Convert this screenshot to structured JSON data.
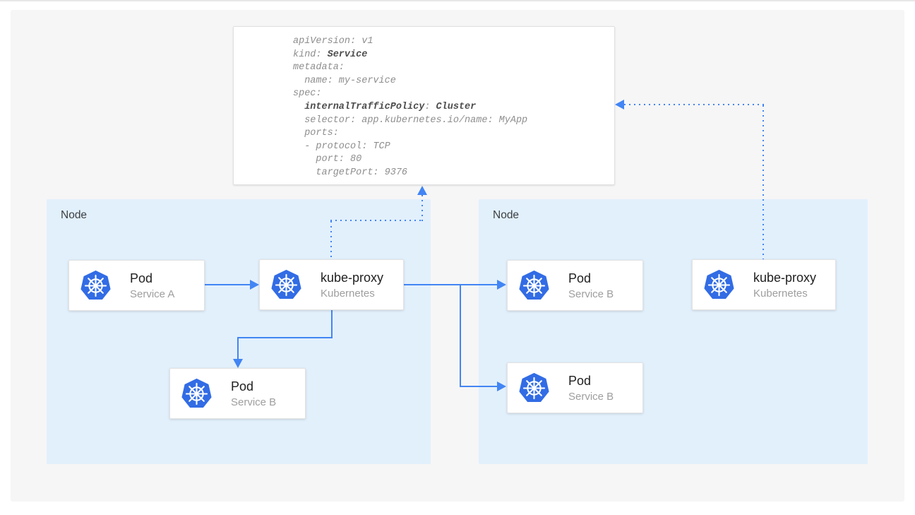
{
  "figure": {
    "yaml": {
      "lines": [
        {
          "segments": [
            {
              "text": "apiVersion: v1",
              "bold": false
            }
          ]
        },
        {
          "segments": [
            {
              "text": "kind: ",
              "bold": false
            },
            {
              "text": "Service",
              "bold": true
            }
          ]
        },
        {
          "segments": [
            {
              "text": "metadata:",
              "bold": false
            }
          ]
        },
        {
          "segments": [
            {
              "text": "  name: my-service",
              "bold": false
            }
          ]
        },
        {
          "segments": [
            {
              "text": "spec:",
              "bold": false
            }
          ]
        },
        {
          "segments": [
            {
              "text": "  ",
              "bold": false
            },
            {
              "text": "internalTrafficPolicy",
              "bold": true
            },
            {
              "text": ": ",
              "bold": false
            },
            {
              "text": "Cluster",
              "bold": true
            }
          ]
        },
        {
          "segments": [
            {
              "text": "  selector: app.kubernetes.io/name: MyApp",
              "bold": false
            }
          ]
        },
        {
          "segments": [
            {
              "text": "  ports:",
              "bold": false
            }
          ]
        },
        {
          "segments": [
            {
              "text": "  - protocol: TCP",
              "bold": false
            }
          ]
        },
        {
          "segments": [
            {
              "text": "    port: 80",
              "bold": false
            }
          ]
        },
        {
          "segments": [
            {
              "text": "    targetPort: 9376",
              "bold": false
            }
          ]
        }
      ]
    },
    "nodes": {
      "left": {
        "label": "Node"
      },
      "right": {
        "label": "Node"
      }
    },
    "cards": {
      "pod_a": {
        "title": "Pod",
        "subtitle": "Service A",
        "icon": "kubernetes-icon"
      },
      "kube_proxy_left": {
        "title": "kube-proxy",
        "subtitle": "Kubernetes",
        "icon": "kubernetes-icon"
      },
      "pod_b_left": {
        "title": "Pod",
        "subtitle": "Service B",
        "icon": "kubernetes-icon"
      },
      "pod_b_right_top": {
        "title": "Pod",
        "subtitle": "Service B",
        "icon": "kubernetes-icon"
      },
      "pod_b_right_bottom": {
        "title": "Pod",
        "subtitle": "Service B",
        "icon": "kubernetes-icon"
      },
      "kube_proxy_right": {
        "title": "kube-proxy",
        "subtitle": "Kubernetes",
        "icon": "kubernetes-icon"
      }
    },
    "colors": {
      "arrow_blue": "#4285f4",
      "logo_blue": "#326ce5",
      "node_bg": "#e2f0fc",
      "panel_bg": "#f6f6f6",
      "card_title": "#212121",
      "card_subtitle": "#9e9e9e",
      "yaml_text": "#8e8e8e",
      "yaml_bold": "#4d4d4d"
    }
  }
}
